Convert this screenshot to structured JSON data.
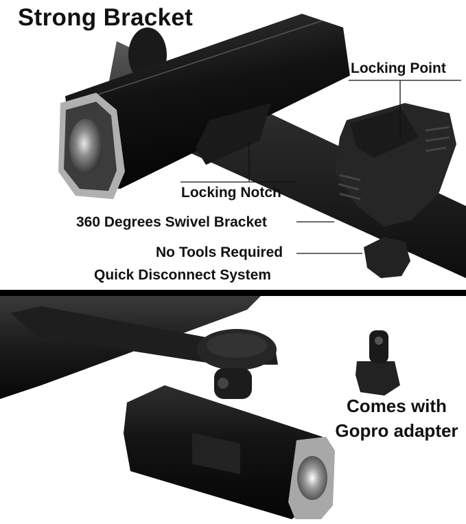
{
  "top_panel": {
    "title": "Strong Bracket",
    "callouts": {
      "locking_point": "Locking Point",
      "locking_notch": "Locking Notch",
      "swivel": "360 Degrees Swivel Bracket",
      "no_tools": "No Tools Required",
      "quick_disconnect": "Quick Disconnect System"
    }
  },
  "bottom_panel": {
    "caption_line1": "Comes with",
    "caption_line2": "Gopro adapter"
  },
  "colors": {
    "background": "#ffffff",
    "divider": "#000000",
    "product_dark": "#1c1c1c",
    "lens_ring": "#a8a8a8"
  }
}
